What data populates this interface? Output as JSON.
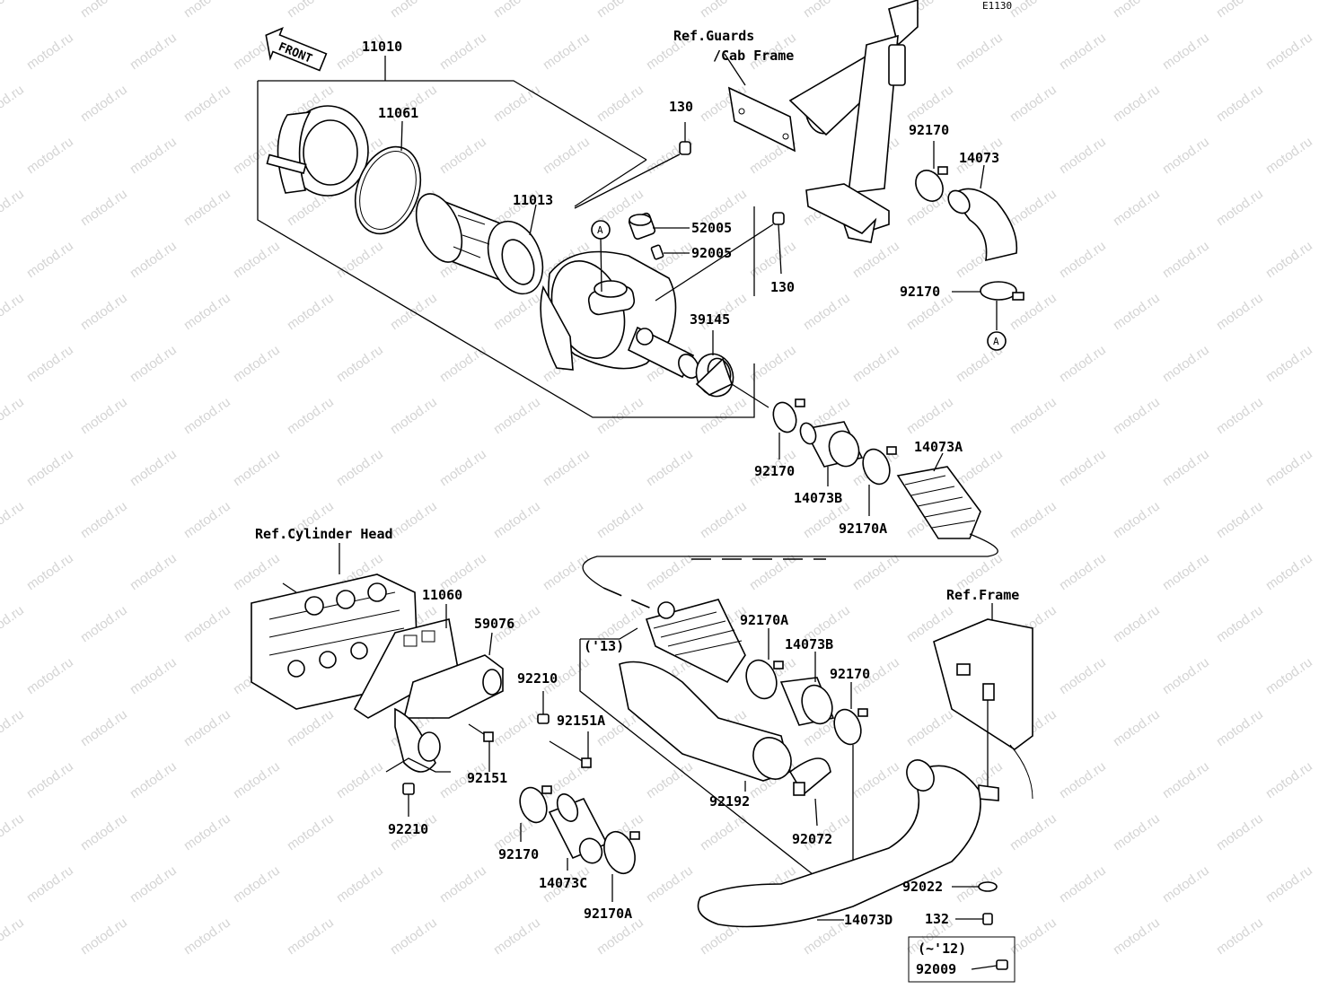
{
  "diagram": {
    "code": "E1130",
    "front": "FRONT",
    "watermark": "motod.ru",
    "callout_a": "A",
    "refs": {
      "guards": "Ref.Guards",
      "cab_frame": "/Cab Frame",
      "cylinder_head": "Ref.Cylinder Head",
      "frame": "Ref.Frame"
    },
    "variants": {
      "y13": "('13)",
      "upto12": "(~'12)"
    },
    "parts": {
      "p11010": "11010",
      "p11061": "11061",
      "p11013": "11013",
      "p130a": "130",
      "p130b": "130",
      "p52005": "52005",
      "p92005": "92005",
      "p39145": "39145",
      "p92170_top": "92170",
      "p14073": "14073",
      "p92170_mid": "92170",
      "p92170_b": "92170",
      "p14073B_a": "14073B",
      "p92170A_a": "92170A",
      "p14073A": "14073A",
      "p11060": "11060",
      "p59076": "59076",
      "p92210_a": "92210",
      "p92151A": "92151A",
      "p92151": "92151",
      "p92210_b": "92210",
      "p92170A_b": "92170A",
      "p14073B_b": "14073B",
      "p92170_c": "92170",
      "p92192": "92192",
      "p92072": "92072",
      "p92170_d": "92170",
      "p14073C": "14073C",
      "p92170A_c": "92170A",
      "p14073D": "14073D",
      "p92022": "92022",
      "p132": "132",
      "p92009": "92009"
    }
  }
}
